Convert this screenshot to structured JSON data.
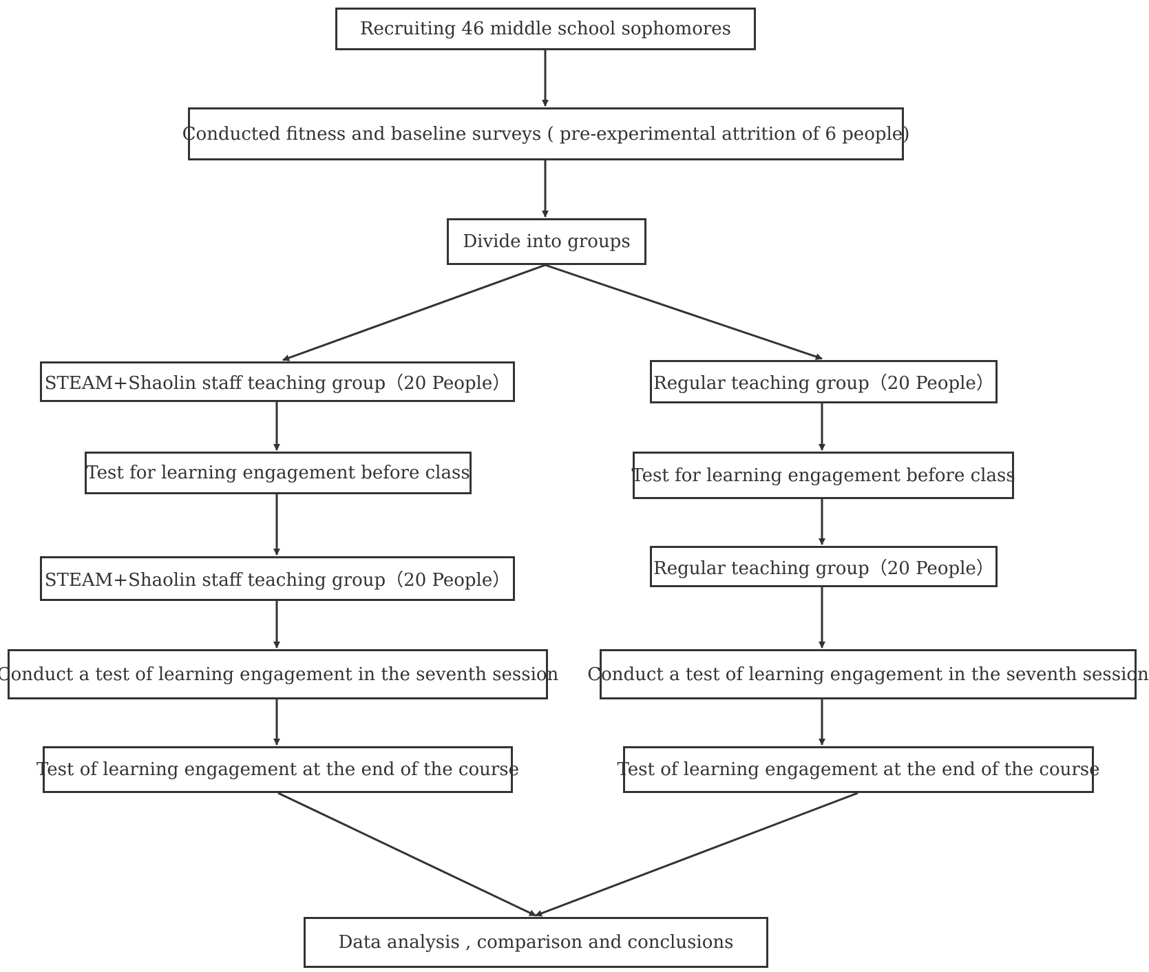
{
  "nodes": {
    "recruit": "Recruiting 46 middle school sophomores",
    "baseline": "Conducted fitness and baseline surveys ( pre-experimental attrition of 6 people)",
    "divide": "Divide into groups",
    "steam_group": "STEAM+Shaolin staff teaching group（20 People）",
    "regular_group": "Regular teaching group（20 People）",
    "steam_pretest": "Test for learning engagement before class",
    "regular_pretest": "Test for learning engagement before class",
    "steam_group_2": "STEAM+Shaolin staff teaching group（20 People）",
    "regular_group_2": "Regular teaching group（20 People）",
    "steam_midtest": "Conduct a test of learning engagement in the seventh session",
    "regular_midtest": "Conduct a test of learning engagement in the seventh session",
    "steam_posttest": "Test of learning engagement at the end of the course",
    "regular_posttest": "Test of learning engagement at the end of the course",
    "analysis": "Data analysis , comparison and conclusions"
  },
  "colors": {
    "stroke": "#333333",
    "background": "#ffffff"
  }
}
